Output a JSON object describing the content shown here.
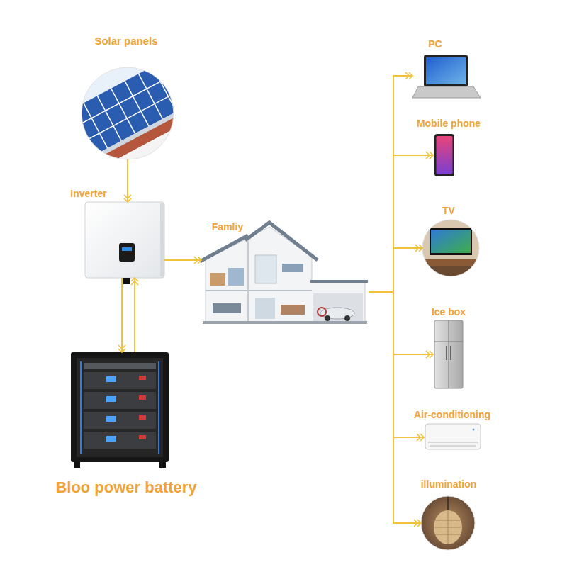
{
  "diagram": {
    "nodes": [
      {
        "text": [
          "Solar panels"
        ]
      },
      {
        "text": [
          "Inverter"
        ]
      },
      {
        "text": [
          "Famliy"
        ]
      },
      {
        "text": [
          "Bloo power battery"
        ]
      },
      {
        "text": [
          "PC"
        ]
      },
      {
        "text": [
          "Mobile phone"
        ]
      },
      {
        "text": [
          "TV"
        ]
      },
      {
        "text": [
          "Ice box"
        ]
      },
      {
        "text": [
          "Air-conditioning"
        ]
      },
      {
        "text": [
          "illumination"
        ]
      }
    ],
    "edges": [
      {
        "from": 0,
        "to": 1,
        "arrow": "to"
      },
      {
        "from": 1,
        "to": 3,
        "arrow": "to"
      },
      {
        "from": 3,
        "to": 1,
        "arrow": "to"
      },
      {
        "from": 1,
        "to": 2,
        "arrow": "to"
      },
      {
        "from": 2,
        "to": 4,
        "arrow": "to"
      },
      {
        "from": 2,
        "to": 5,
        "arrow": "to"
      },
      {
        "from": 2,
        "to": 6,
        "arrow": "to"
      },
      {
        "from": 2,
        "to": 7,
        "arrow": "to"
      },
      {
        "from": 2,
        "to": 8,
        "arrow": "to"
      },
      {
        "from": 2,
        "to": 9,
        "arrow": "to"
      }
    ]
  }
}
